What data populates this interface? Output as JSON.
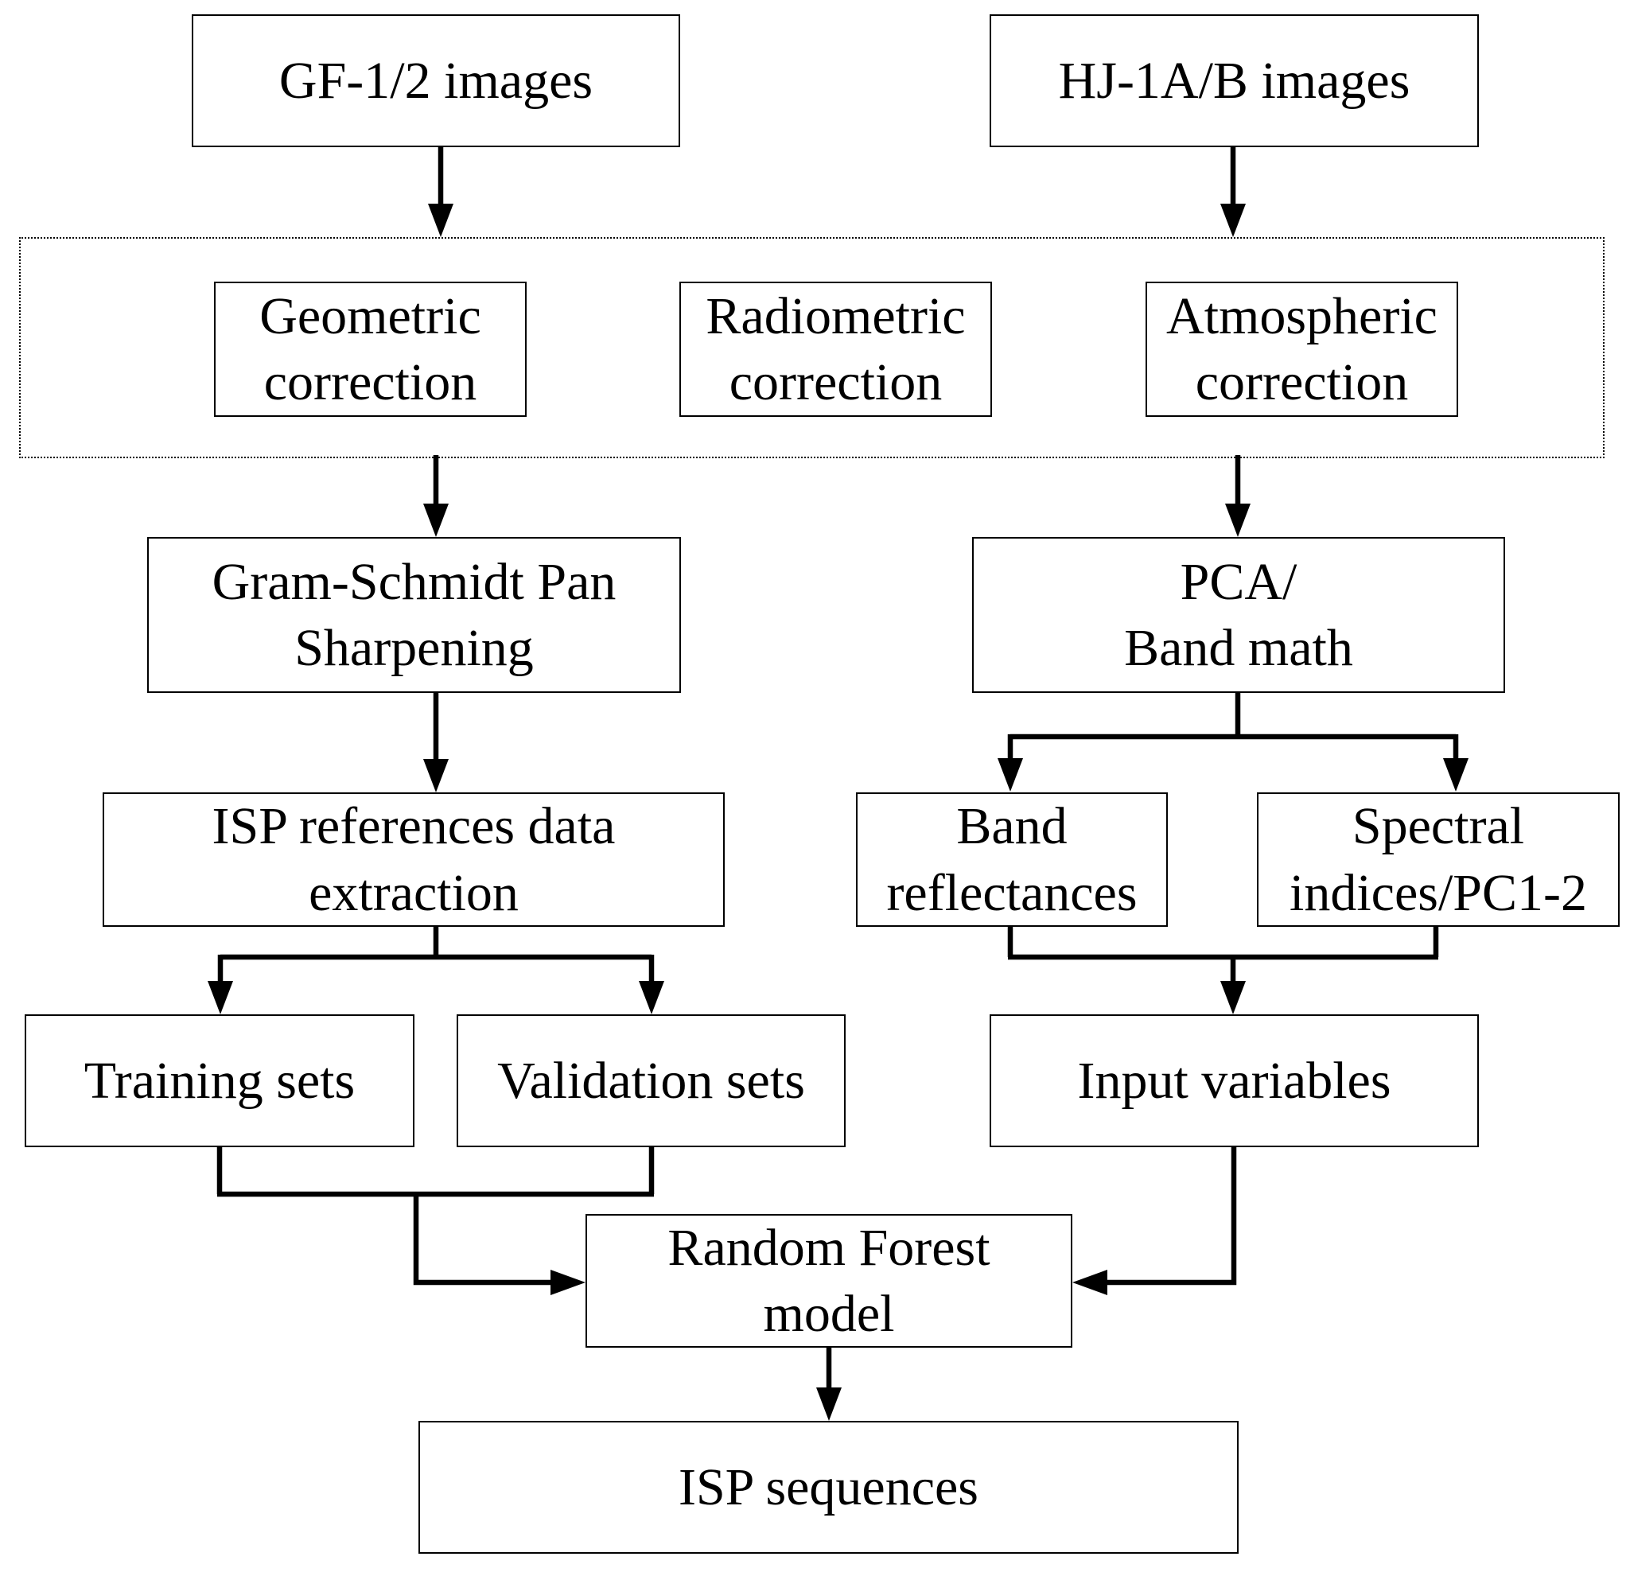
{
  "nodes": {
    "gf_images": "GF-1/2 images",
    "hj_images": "HJ-1A/B images",
    "geometric_correction": "Geometric\ncorrection",
    "radiometric_correction": "Radiometric\ncorrection",
    "atmospheric_correction": "Atmospheric\ncorrection",
    "gram_schmidt": "Gram-Schmidt Pan\nSharpening",
    "pca_band_math": "PCA/\nBand math",
    "isp_reference_extraction": "ISP references data\nextraction",
    "band_reflectances": "Band\nreflectances",
    "spectral_indices": "Spectral\nindices/PC1-2",
    "training_sets": "Training sets",
    "validation_sets": "Validation sets",
    "input_variables": "Input variables",
    "random_forest": "Random Forest\nmodel",
    "isp_sequences": "ISP sequences"
  },
  "edges": [
    {
      "from": "gf_images",
      "to": "preprocessing_group"
    },
    {
      "from": "hj_images",
      "to": "preprocessing_group"
    },
    {
      "from": "preprocessing_group",
      "to": "gram_schmidt"
    },
    {
      "from": "preprocessing_group",
      "to": "pca_band_math"
    },
    {
      "from": "gram_schmidt",
      "to": "isp_reference_extraction"
    },
    {
      "from": "isp_reference_extraction",
      "to": "training_sets"
    },
    {
      "from": "isp_reference_extraction",
      "to": "validation_sets"
    },
    {
      "from": "pca_band_math",
      "to": "band_reflectances"
    },
    {
      "from": "pca_band_math",
      "to": "spectral_indices"
    },
    {
      "from": "band_reflectances",
      "to": "input_variables"
    },
    {
      "from": "spectral_indices",
      "to": "input_variables"
    },
    {
      "from": "training_sets",
      "to": "random_forest"
    },
    {
      "from": "validation_sets",
      "to": "random_forest"
    },
    {
      "from": "input_variables",
      "to": "random_forest"
    },
    {
      "from": "random_forest",
      "to": "isp_sequences"
    }
  ]
}
